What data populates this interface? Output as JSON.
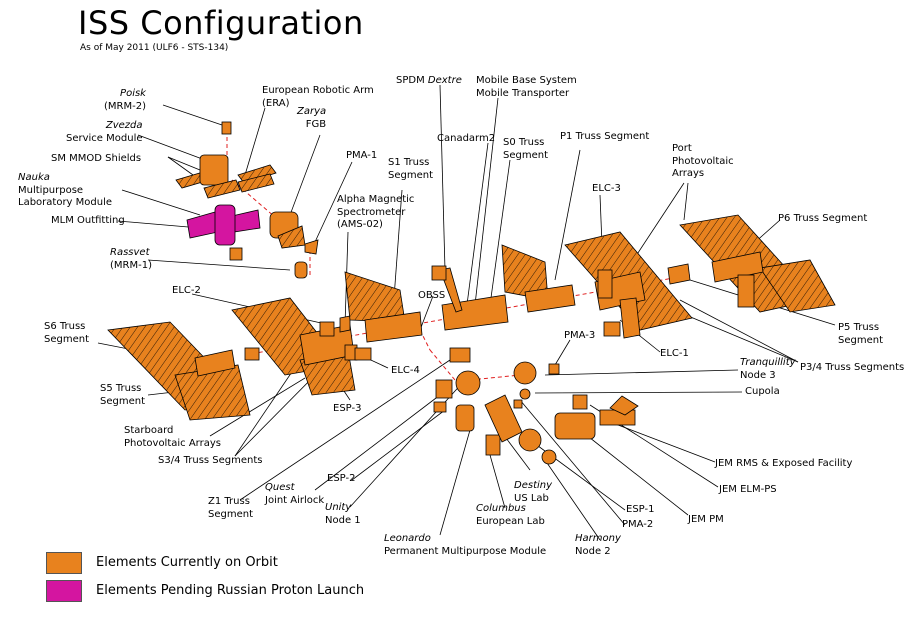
{
  "header": {
    "title": "ISS Configuration",
    "subtitle": "As of May 2011 (ULF6 - STS-134)"
  },
  "colors": {
    "orbit": "#e8821e",
    "pending": "#d415a0",
    "outline": "#000000",
    "dashed_line": "#e02020"
  },
  "labels": {
    "poisk_1": "Poisk",
    "poisk_2": "(MRM-2)",
    "era_1": "European Robotic Arm",
    "era_2": "(ERA)",
    "zarya_1": "Zarya",
    "zarya_2": "FGB",
    "zvezda_1": "Zvezda",
    "zvezda_2": "Service Module",
    "mmod": "SM MMOD Shields",
    "nauka_1": "Nauka",
    "nauka_2": "Multipurpose",
    "nauka_3": "Laboratory Module",
    "mlm": "MLM Outfitting",
    "rassvet_1": "Rassvet",
    "rassvet_2": "(MRM-1)",
    "pma1": "PMA-1",
    "ams_1": "Alpha Magnetic",
    "ams_2": "Spectrometer",
    "ams_3": "(AMS-02)",
    "s1_1": "S1 Truss",
    "s1_2": "Segment",
    "dextre_1": "SPDM",
    "dextre_2": "Dextre",
    "canadarm2": "Canadarm2",
    "mbs_1": "Mobile Base System",
    "mbs_2": "Mobile Transporter",
    "s0_1": "S0 Truss",
    "s0_2": "Segment",
    "p1": "P1 Truss Segment",
    "port_pv_1": "Port",
    "port_pv_2": "Photovoltaic",
    "port_pv_3": "Arrays",
    "elc3": "ELC-3",
    "p6": "P6 Truss Segment",
    "elc2": "ELC-2",
    "obss": "OBSS",
    "s6_1": "S6 Truss",
    "s6_2": "Segment",
    "elc4": "ELC-4",
    "pma3": "PMA-3",
    "elc1": "ELC-1",
    "p5_1": "P5 Truss",
    "p5_2": "Segment",
    "p34": "P3/4 Truss Segments",
    "tranq_1": "Tranquillity",
    "tranq_2": "Node 3",
    "s5_1": "S5 Truss",
    "s5_2": "Segment",
    "esp3": "ESP-3",
    "cupola": "Cupola",
    "stbd_pv_1": "Starboard",
    "stbd_pv_2": "Photovoltaic Arrays",
    "s34": "S3/4 Truss Segments",
    "jem_rms": "JEM RMS & Exposed Facility",
    "jem_elm": "JEM ELM-PS",
    "z1_1": "Z1 Truss",
    "z1_2": "Segment",
    "quest_1": "Quest",
    "quest_2": "Joint Airlock",
    "esp2": "ESP-2",
    "destiny_1": "Destiny",
    "destiny_2": "US Lab",
    "esp1": "ESP-1",
    "jem_pm": "JEM PM",
    "unity_1": "Unity",
    "unity_2": "Node 1",
    "columbus_1": "Columbus",
    "columbus_2": "European Lab",
    "pma2": "PMA-2",
    "harmony_1": "Harmony",
    "harmony_2": "Node 2",
    "leonardo_1": "Leonardo",
    "leonardo_2": "Permanent Multipurpose Module"
  },
  "legend": {
    "orbit_label": "Elements Currently on Orbit",
    "pending_label": "Elements Pending Russian Proton Launch"
  }
}
